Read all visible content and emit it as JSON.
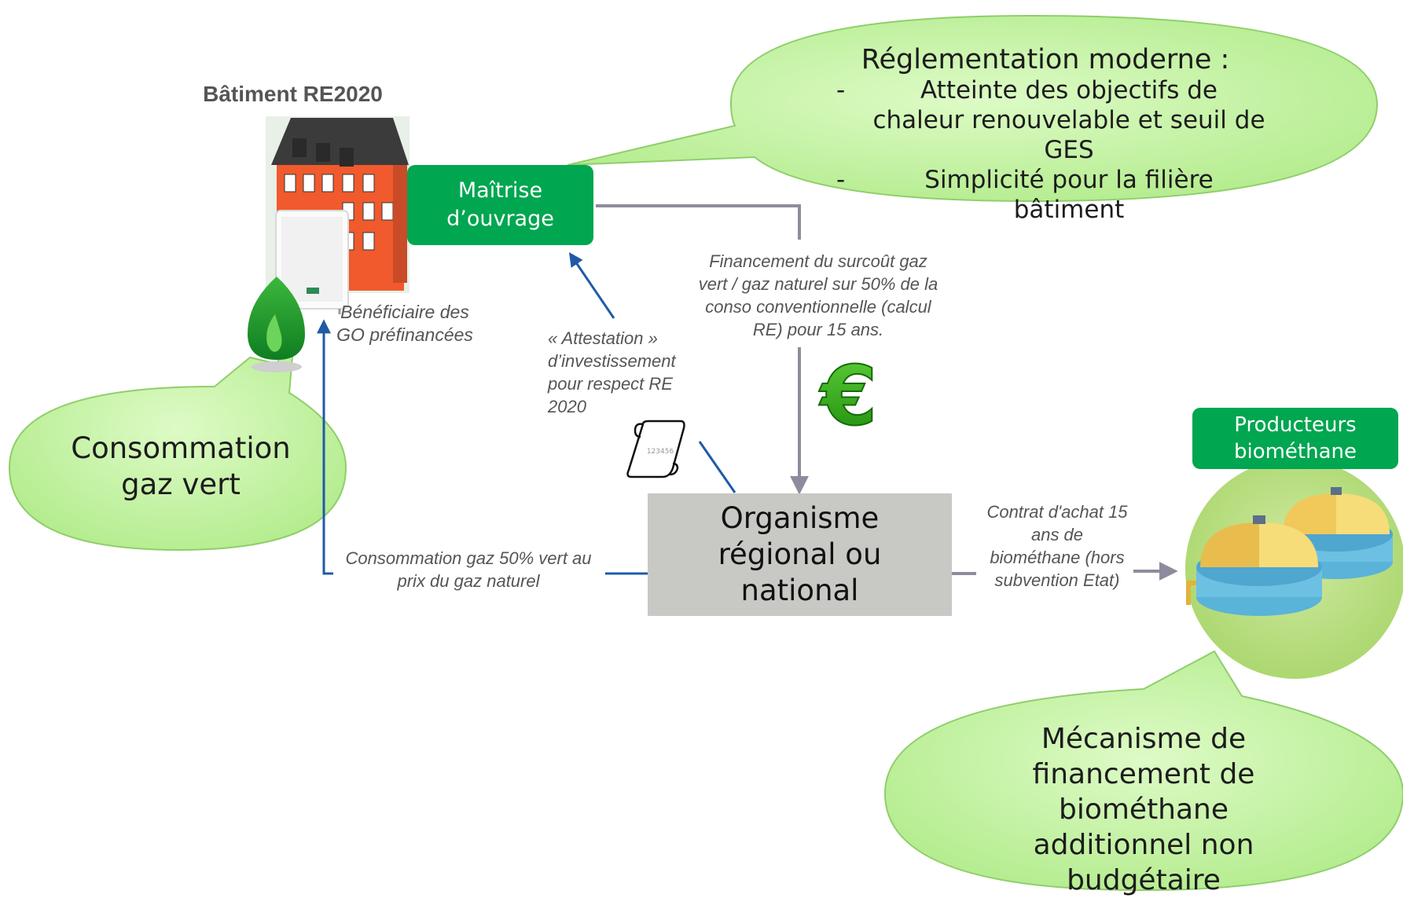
{
  "building": {
    "title": "Bâtiment RE2020",
    "beneficiary": "Bénéficiaire des GO préfinancées"
  },
  "boxes": {
    "maitrise": "Maîtrise d’ouvrage",
    "producteurs": "Producteurs biométhane",
    "organisme": "Organisme régional ou national"
  },
  "bubbles": {
    "regulation": {
      "title": "Réglementation moderne :",
      "items": [
        "Atteinte des objectifs de chaleur renouvelable et seuil de GES",
        "Simplicité pour la filière bâtiment"
      ],
      "bullet": "-"
    },
    "consommation": "Consommation gaz vert",
    "mecanisme": "Mécanisme de financement de biométhane additionnel non budgétaire"
  },
  "notes": {
    "financement": "Financement du surcoût gaz vert / gaz naturel sur 50% de la conso conventionnelle (calcul RE) pour 15 ans.",
    "attestation": "« Attestation » d’investissement pour respect RE 2020",
    "consommation_gaz": "Consommation gaz 50% vert au prix du gaz naturel",
    "contrat": "Contrat d'achat 15 ans de biométhane (hors subvention Etat)"
  },
  "icons": {
    "euro": "€",
    "scroll_text": "123456"
  },
  "colors": {
    "bubble_fill": "#c6f2a8",
    "bubble_stroke": "#8fce6a",
    "green_box": "#00a650",
    "arrow_grey": "#8e8c9c",
    "arrow_blue": "#1f5aa8",
    "euro_green": "#2fa60f"
  }
}
